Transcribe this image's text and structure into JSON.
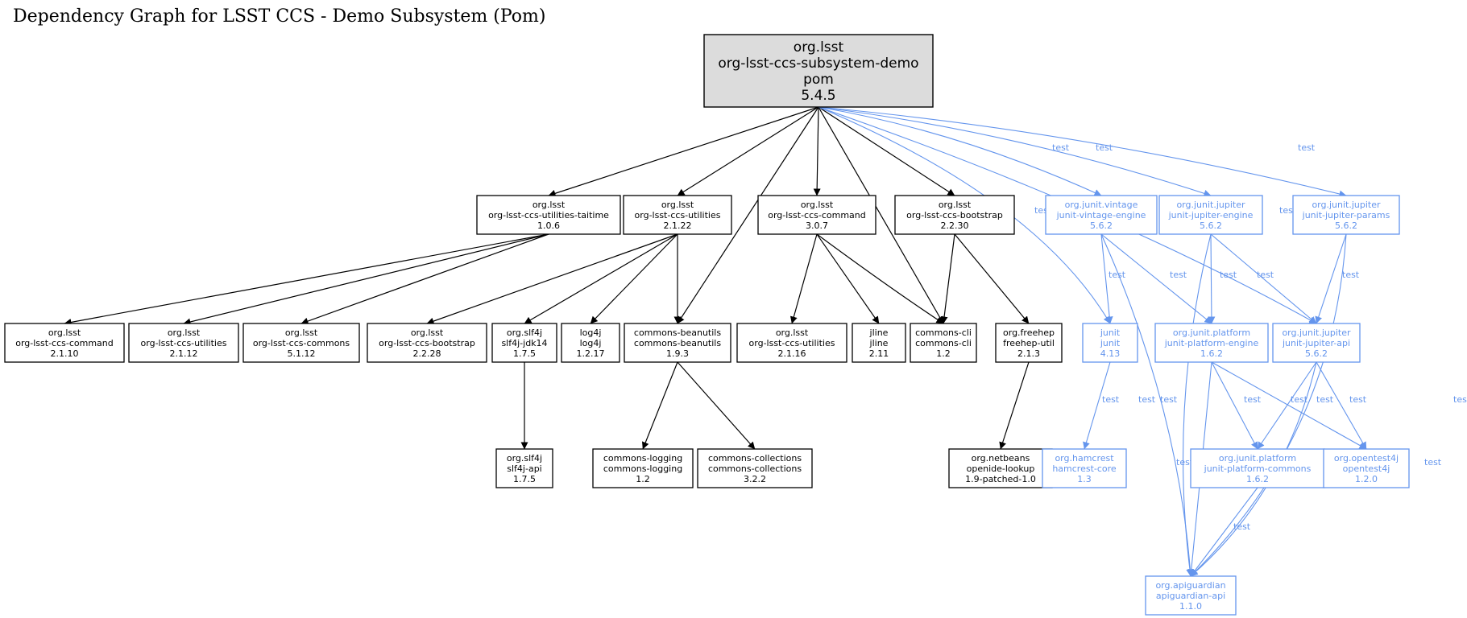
{
  "title": "Dependency Graph for LSST CCS - Demo Subsystem (Pom)",
  "colors": {
    "compile": "#000000",
    "test": "#6495ed",
    "root_fill": "#dcdcdc"
  },
  "nodes": {
    "root": [
      "org.lsst",
      "org-lsst-ccs-subsystem-demo",
      "pom",
      "5.4.5"
    ],
    "taitime": [
      "org.lsst",
      "org-lsst-ccs-utilities-taitime",
      "1.0.6"
    ],
    "utilities_2122": [
      "org.lsst",
      "org-lsst-ccs-utilities",
      "2.1.22"
    ],
    "command_307": [
      "org.lsst",
      "org-lsst-ccs-command",
      "3.0.7"
    ],
    "bootstrap_2230": [
      "org.lsst",
      "org-lsst-ccs-bootstrap",
      "2.2.30"
    ],
    "vintage_engine": [
      "org.junit.vintage",
      "junit-vintage-engine",
      "5.6.2"
    ],
    "jupiter_engine": [
      "org.junit.jupiter",
      "junit-jupiter-engine",
      "5.6.2"
    ],
    "jupiter_params": [
      "org.junit.jupiter",
      "junit-jupiter-params",
      "5.6.2"
    ],
    "command_2110": [
      "org.lsst",
      "org-lsst-ccs-command",
      "2.1.10"
    ],
    "utilities_2112": [
      "org.lsst",
      "org-lsst-ccs-utilities",
      "2.1.12"
    ],
    "commons_5112": [
      "org.lsst",
      "org-lsst-ccs-commons",
      "5.1.12"
    ],
    "bootstrap_2228": [
      "org.lsst",
      "org-lsst-ccs-bootstrap",
      "2.2.28"
    ],
    "slf4j_jdk14": [
      "org.slf4j",
      "slf4j-jdk14",
      "1.7.5"
    ],
    "log4j": [
      "log4j",
      "log4j",
      "1.2.17"
    ],
    "beanutils": [
      "commons-beanutils",
      "commons-beanutils",
      "1.9.3"
    ],
    "utilities_2116": [
      "org.lsst",
      "org-lsst-ccs-utilities",
      "2.1.16"
    ],
    "jline": [
      "jline",
      "jline",
      "2.11"
    ],
    "commons_cli": [
      "commons-cli",
      "commons-cli",
      "1.2"
    ],
    "freehep": [
      "org.freehep",
      "freehep-util",
      "2.1.3"
    ],
    "junit": [
      "junit",
      "junit",
      "4.13"
    ],
    "platform_engine": [
      "org.junit.platform",
      "junit-platform-engine",
      "1.6.2"
    ],
    "jupiter_api": [
      "org.junit.jupiter",
      "junit-jupiter-api",
      "5.6.2"
    ],
    "slf4j_api": [
      "org.slf4j",
      "slf4j-api",
      "1.7.5"
    ],
    "commons_logging": [
      "commons-logging",
      "commons-logging",
      "1.2"
    ],
    "commons_collections": [
      "commons-collections",
      "commons-collections",
      "3.2.2"
    ],
    "openide": [
      "org.netbeans",
      "openide-lookup",
      "1.9-patched-1.0"
    ],
    "hamcrest": [
      "org.hamcrest",
      "hamcrest-core",
      "1.3"
    ],
    "platform_commons": [
      "org.junit.platform",
      "junit-platform-commons",
      "1.6.2"
    ],
    "opentest4j": [
      "org.opentest4j",
      "opentest4j",
      "1.2.0"
    ],
    "apiguardian": [
      "org.apiguardian",
      "apiguardian-api",
      "1.1.0"
    ]
  },
  "edge_label": "test"
}
